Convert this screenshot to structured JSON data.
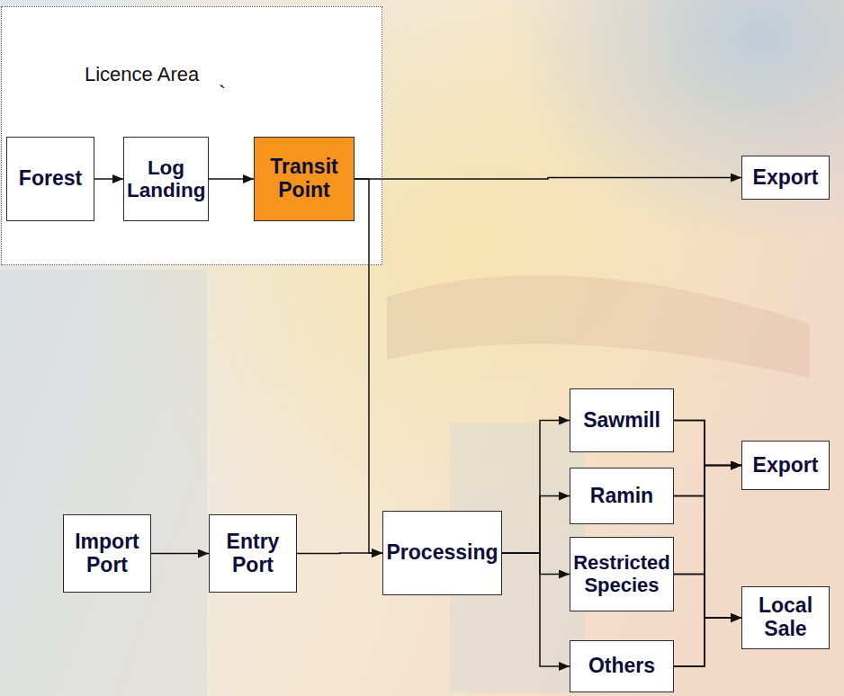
{
  "diagram": {
    "nodes": [
      {
        "text": [
          "Licence Area"
        ]
      },
      {
        "text": [
          "Forest"
        ],
        "in": 0
      },
      {
        "text": [
          "Log Landing"
        ],
        "in": 0
      },
      {
        "text": [
          "Transit Point"
        ],
        "in": 0
      },
      {
        "text": [
          "Export"
        ]
      },
      {
        "text": [
          "Import Port"
        ]
      },
      {
        "text": [
          "Entry Port"
        ]
      },
      {
        "text": [
          "Processing"
        ]
      },
      {
        "text": [
          "Sawmill"
        ]
      },
      {
        "text": [
          "Ramin"
        ]
      },
      {
        "text": [
          "Restricted Species"
        ]
      },
      {
        "text": [
          "Others"
        ]
      },
      {
        "text": [
          "Export"
        ]
      },
      {
        "text": [
          "Local Sale"
        ]
      }
    ],
    "edges": [
      {
        "from": 1,
        "to": 2,
        "arrow": "to"
      },
      {
        "from": 2,
        "to": 3,
        "arrow": "to"
      },
      {
        "from": 3,
        "to": 4,
        "arrow": "to"
      },
      {
        "from": 3,
        "to": 7,
        "arrow": "to"
      },
      {
        "from": 5,
        "to": 6,
        "arrow": "to"
      },
      {
        "from": 6,
        "to": 7,
        "arrow": "to"
      },
      {
        "from": 7,
        "to": 8,
        "arrow": "to"
      },
      {
        "from": 7,
        "to": 9,
        "arrow": "to"
      },
      {
        "from": 7,
        "to": 10,
        "arrow": "to"
      },
      {
        "from": 7,
        "to": 11,
        "arrow": "to"
      },
      {
        "from": 8,
        "to": 12,
        "arrow": "to"
      },
      {
        "from": 9,
        "to": 12,
        "arrow": "to"
      },
      {
        "from": 10,
        "to": 12,
        "arrow": "to"
      },
      {
        "from": 11,
        "to": 12,
        "arrow": "to"
      },
      {
        "from": 8,
        "to": 13,
        "arrow": "to"
      },
      {
        "from": 9,
        "to": 13,
        "arrow": "to"
      },
      {
        "from": 10,
        "to": 13,
        "arrow": "to"
      },
      {
        "from": 11,
        "to": 13,
        "arrow": "to"
      }
    ],
    "labels": [
      "`"
    ]
  }
}
